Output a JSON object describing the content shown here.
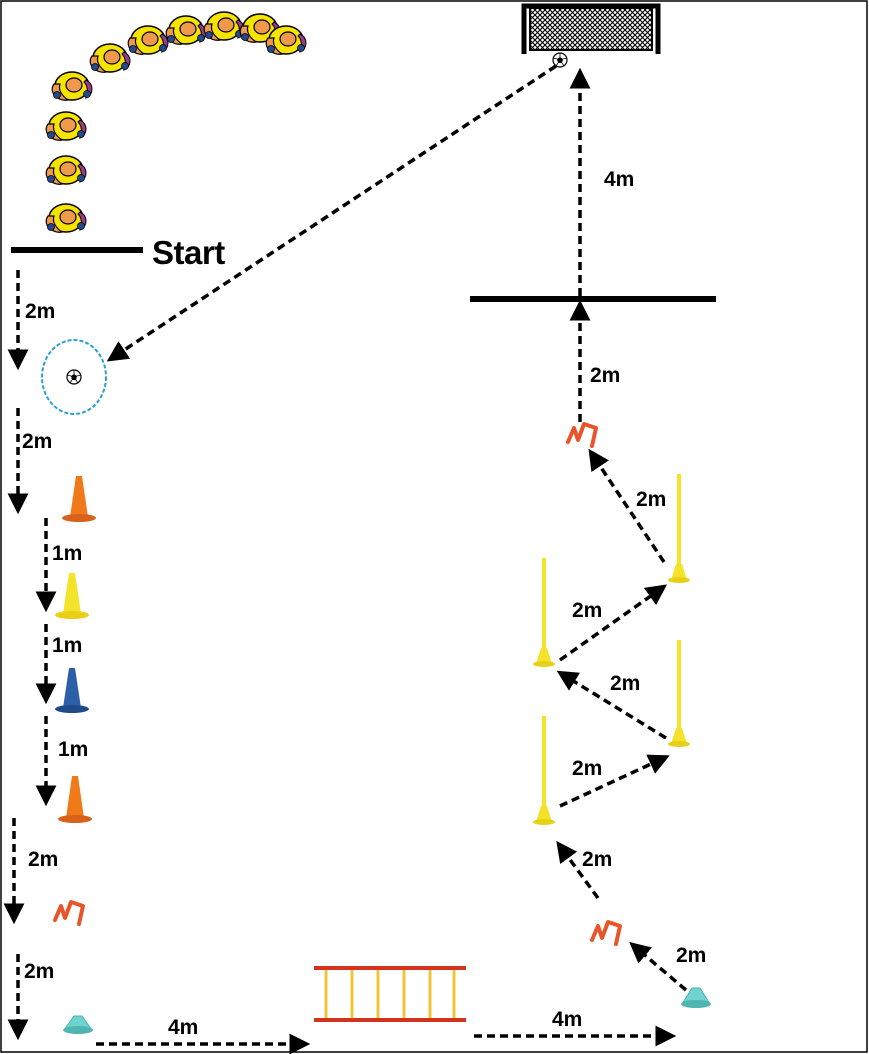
{
  "start_label": "Start",
  "distances": {
    "start_to_ring": "2m",
    "ring_to_cone1": "2m",
    "cone1_to_cone2": "1m",
    "cone2_to_cone3": "1m",
    "cone3_to_cone4": "1m",
    "cone4_to_hurdle": "2m",
    "hurdle_to_disc": "2m",
    "disc_to_ladder": "4m",
    "ladder_to_disc": "4m",
    "disc_to_hurdle": "2m",
    "hurdle_to_pole1": "2m",
    "pole1_to_pole2": "2m",
    "pole2_to_pole3": "2m",
    "pole3_to_pole4": "2m",
    "pole4_to_hurdle": "2m",
    "hurdle_to_line": "2m",
    "line_to_goal": "4m"
  },
  "colors": {
    "cone_orange": "#f07a1a",
    "cone_yellow": "#f5e32a",
    "cone_blue": "#2c5fa8",
    "disc_teal": "#6fd3cf",
    "hurdle_red": "#e8552a",
    "ring_blue": "#2a9fd6",
    "ladder_red": "#d2321e",
    "ladder_yellow": "#f2c438",
    "player_yellow": "#f5e400",
    "player_orange": "#ee9a4a"
  },
  "icons": [
    "player-icon",
    "goal-icon",
    "ball-icon",
    "ring-icon",
    "cone-icon",
    "hurdle-icon",
    "disc-cone-icon",
    "ladder-icon",
    "pole-icon"
  ]
}
